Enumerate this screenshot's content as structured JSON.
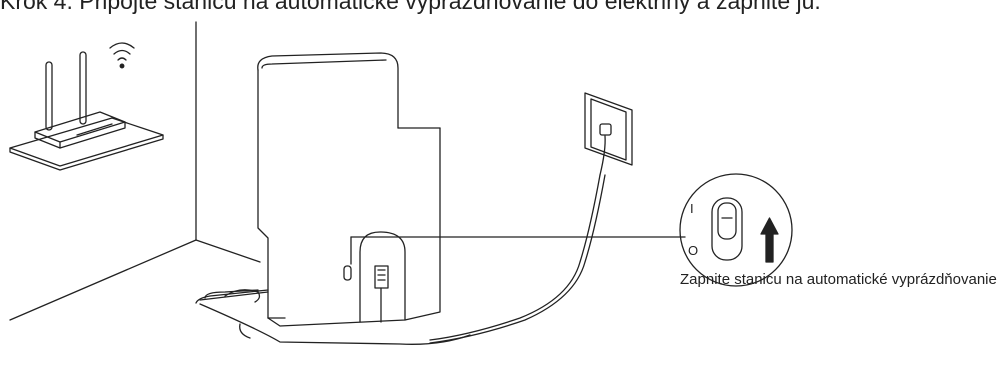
{
  "heading": "Krok 4. Pripojte stanicu na automatické vyprázdňovanie do elektriny a zapnite ju.",
  "caption": "Zapnite stanicu na automatické vyprázdňovanie",
  "switch_labels": {
    "on": "I",
    "off": "O"
  }
}
